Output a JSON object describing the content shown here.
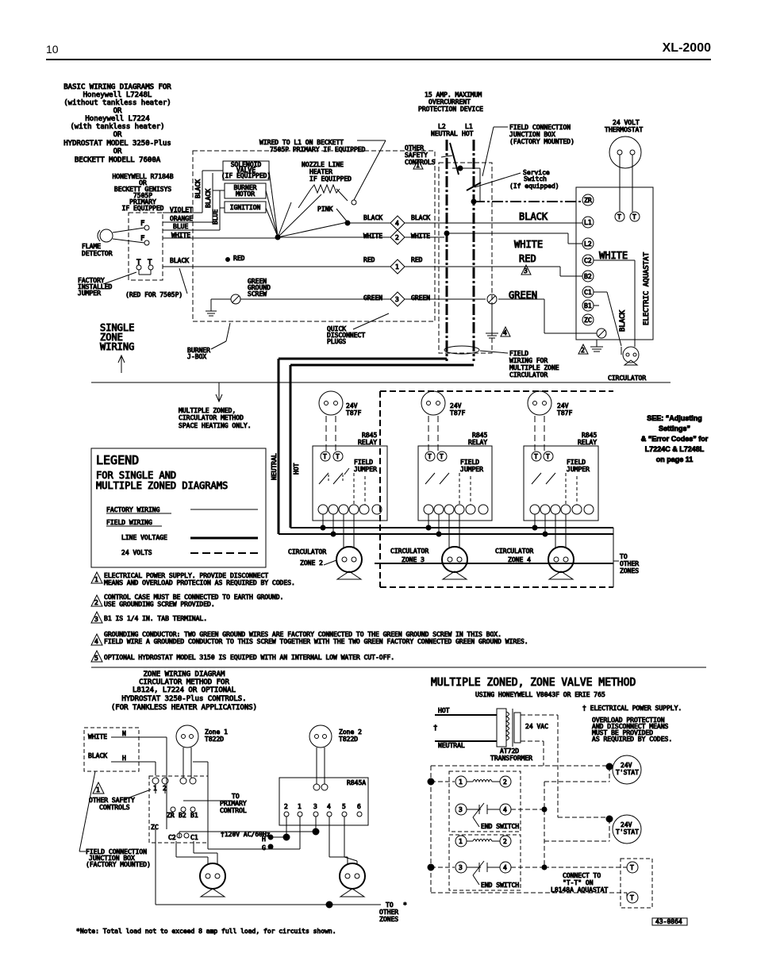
{
  "header": {
    "page_number": "10",
    "model": "XL-2000"
  },
  "basic_title": [
    "BASIC WIRING DIAGRAMS FOR",
    "Honeywell L7248L",
    "(without tankless heater)",
    "OR",
    "Honeywell L7224",
    "(with tankless heater)",
    "OR",
    "HYDROSTAT MODEL 3250-Plus",
    "OR",
    "BECKETT MODELL 7600A"
  ],
  "burner": {
    "primary": [
      "HONEYWELL R7184B",
      "OR",
      "BECKETT GENISYS",
      "7505P",
      "PRIMARY",
      "IF EQUIPPED"
    ],
    "solenoid": [
      "SOLENOID",
      "VALVE",
      "(IF EQUIPPED)"
    ],
    "motor": [
      "BURNER",
      "MOTOR"
    ],
    "ignition": "IGNITION",
    "wired_l1": [
      "WIRED TO L1 ON BECKETT",
      "7505P PRIMARY IF EQUIPPED"
    ],
    "nozzle": [
      "NOZZLE LINE",
      "HEATER",
      "IF EQUIPPED"
    ],
    "pink": "PINK",
    "flame": [
      "FLAME",
      "DETECTOR"
    ],
    "jumper": [
      "FACTORY",
      "INSTALLED",
      "JUMPER"
    ],
    "red7505": "(RED FOR 7505P)",
    "green_screw": [
      "GREEN",
      "GROUND",
      "SCREW"
    ],
    "quick": [
      "QUICK",
      "DISCONNECT",
      "PLUGS"
    ],
    "jbox": [
      "BURNER",
      "J-BOX"
    ],
    "single": [
      "SINGLE",
      "ZONE",
      "WIRING"
    ],
    "vertical_labels": [
      "BLACK",
      "BLACK",
      "BLUE"
    ],
    "wire_labels": [
      "VIOLET",
      "ORANGE",
      "BLUE",
      "WHITE",
      "BLACK",
      "RED"
    ],
    "plug_labels": [
      "BLACK",
      "WHITE",
      "RED",
      "GREEN",
      "BLACK",
      "WHITE",
      "RED",
      "GREEN"
    ],
    "plug_numbers": [
      "4",
      "2",
      "1",
      "3"
    ],
    "letters": [
      "F",
      "F",
      "T",
      "T"
    ]
  },
  "power": {
    "overcurrent": [
      "15 AMP. MAXIMUM",
      "OVERCURRENT",
      "PROTECTION DEVICE"
    ],
    "l2": [
      "L2",
      "NEUTRAL"
    ],
    "l1": [
      "L1",
      "HOT"
    ],
    "junction": [
      "FIELD CONNECTION",
      "JUNCTION BOX",
      "(FACTORY MOUNTED)"
    ],
    "other_safety": [
      "OTHER",
      "SAFETY",
      "CONTROLS"
    ],
    "service": [
      "Service",
      "Switch",
      "(If equipped)"
    ]
  },
  "aquastat": {
    "thermostat": [
      "24 VOLT",
      "THERMOSTAT"
    ],
    "terminals": [
      "ZR",
      "L1",
      "L2",
      "C2",
      "B2",
      "C1",
      "B1",
      "ZC"
    ],
    "label": "ELECTRIC AQUASTAT",
    "wires": [
      "BLACK",
      "WHITE",
      "WHITE",
      "RED",
      "GREEN",
      "BLACK"
    ],
    "circulator": "CIRCULATOR",
    "field_wiring": [
      "FIELD",
      "WIRING FOR",
      "MULTIPLE ZONE",
      "CIRCULATOR"
    ],
    "t": "T"
  },
  "multi_zone": {
    "method": [
      "MULTIPLE ZONED,",
      "CIRCULATOR METHOD",
      "SPACE HEATING ONLY."
    ],
    "neutral": "NEUTRAL",
    "hot": "HOT",
    "stat": [
      "24V",
      "T87F"
    ],
    "relay": [
      "R845",
      "RELAY"
    ],
    "field_jumper": [
      "FIELD",
      "JUMPER"
    ],
    "circulators": [
      [
        "CIRCULATOR",
        "ZONE 2"
      ],
      [
        "CIRCULATOR",
        "ZONE 3"
      ],
      [
        "CIRCULATOR",
        "ZONE 4"
      ]
    ],
    "to_other": [
      "TO",
      "OTHER",
      "ZONES"
    ],
    "see": [
      "SEE: “Adjusting",
      "Settings”",
      "& “Error Codes” for",
      "L7224C & L7248L",
      "on page 11"
    ]
  },
  "legend": {
    "title": "LEGEND",
    "subtitle": [
      "FOR SINGLE AND",
      "MULTIPLE ZONED DIAGRAMS"
    ],
    "rows": [
      "FACTORY WIRING",
      "FIELD WIRING",
      "LINE VOLTAGE",
      "24 VOLTS"
    ]
  },
  "notes": [
    {
      "num": "1",
      "lines": [
        "ELECTRICAL POWER SUPPLY. PROVIDE DISCONNECT",
        "MEANS AND OVERLOAD PROTECION AS REQUIRED BY CODES."
      ]
    },
    {
      "num": "2",
      "lines": [
        "CONTROL CASE MUST BE CONNECTED TO EARTH GROUND.",
        "USE GROUNDING SCREW PROVIDED."
      ]
    },
    {
      "num": "3",
      "lines": [
        "B1 IS 1/4 IN. TAB TERMINAL."
      ]
    },
    {
      "num": "4",
      "lines": [
        "GROUNDING CONDUCTOR:  TWO GREEN GROUND WIRES ARE FACTORY CONNECTED TO THE GREEN GROUND SCREW IN THIS BOX.",
        "FIELD WIRE A GROUNDED CONDUCTOR TO THIS SCREW TOGETHER WITH THE TWO GREEN FACTORY CONNECTED GREEN GROUND WIRES."
      ]
    },
    {
      "num": "5",
      "lines": [
        "OPTIONAL HYDROSTAT MODEL 3150 IS EQUIPED WITH AN INTERNAL LOW WATER CUT-OFF."
      ]
    }
  ],
  "zone_diagram": {
    "title": [
      "ZONE WIRING DIAGRAM",
      "CIRCULATOR METHOD FOR",
      "L8124, L7224 OR OPTIONAL",
      "HYDROSTAT 3250-Plus CONTROLS.",
      "(FOR TANKLESS HEATER APPLICATIONS)"
    ],
    "white_n": [
      "WHITE",
      "N"
    ],
    "black_h": [
      "BLACK",
      "H"
    ],
    "zone1": [
      "Zone 1",
      "T822D"
    ],
    "zone2": [
      "Zone 2",
      "T822D"
    ],
    "relay": "R845A",
    "to_primary": [
      "TO",
      "PRIMARY",
      "CONTROL"
    ],
    "terminals": [
      "ZR",
      "B2",
      "B1",
      "ZC",
      "C2",
      "C1"
    ],
    "t12": [
      "1",
      "2"
    ],
    "relay_terms": [
      "2",
      "1",
      "3",
      "4",
      "5",
      "6"
    ],
    "supply": "†120V AC/60Hz",
    "hg": [
      "H",
      "G"
    ],
    "other_safety": [
      "OTHER SAFETY",
      "CONTROLS"
    ],
    "junction": [
      "FIELD CONNECTION",
      "JUNCTION BOX",
      "(FACTORY MOUNTED)"
    ],
    "to_other": [
      "TO",
      "OTHER",
      "ZONES"
    ],
    "asterisk": "*",
    "note": "*Note: Total load not to exceed 8 amp full load, for circuits shown."
  },
  "zone_valve": {
    "title": "MULTIPLE ZONED, ZONE VALVE METHOD",
    "subtitle": "USING HONEYWELL V8043F OR ERIE 765",
    "hot": "HOT",
    "neutral": "NEUTRAL",
    "dagger": "†",
    "vac": "24 VAC",
    "transformer": [
      "AT72D",
      "TRANSFORMER"
    ],
    "supply_note": [
      "† ELECTRICAL POWER SUPPLY.",
      "OVERLOAD PROTECTION",
      "AND DISCONNECT MEANS",
      "MUST BE PROVIDED",
      "AS REQUIRED BY CODES."
    ],
    "tstat": [
      "24V",
      "T'STAT"
    ],
    "end_switch": "END SWITCH",
    "valve_nums": [
      "1",
      "2",
      "3",
      "4"
    ],
    "connect": [
      "CONNECT TO",
      "\"T-T\" ON",
      "L8148A AQUASTAT"
    ],
    "part": "43-0864"
  }
}
